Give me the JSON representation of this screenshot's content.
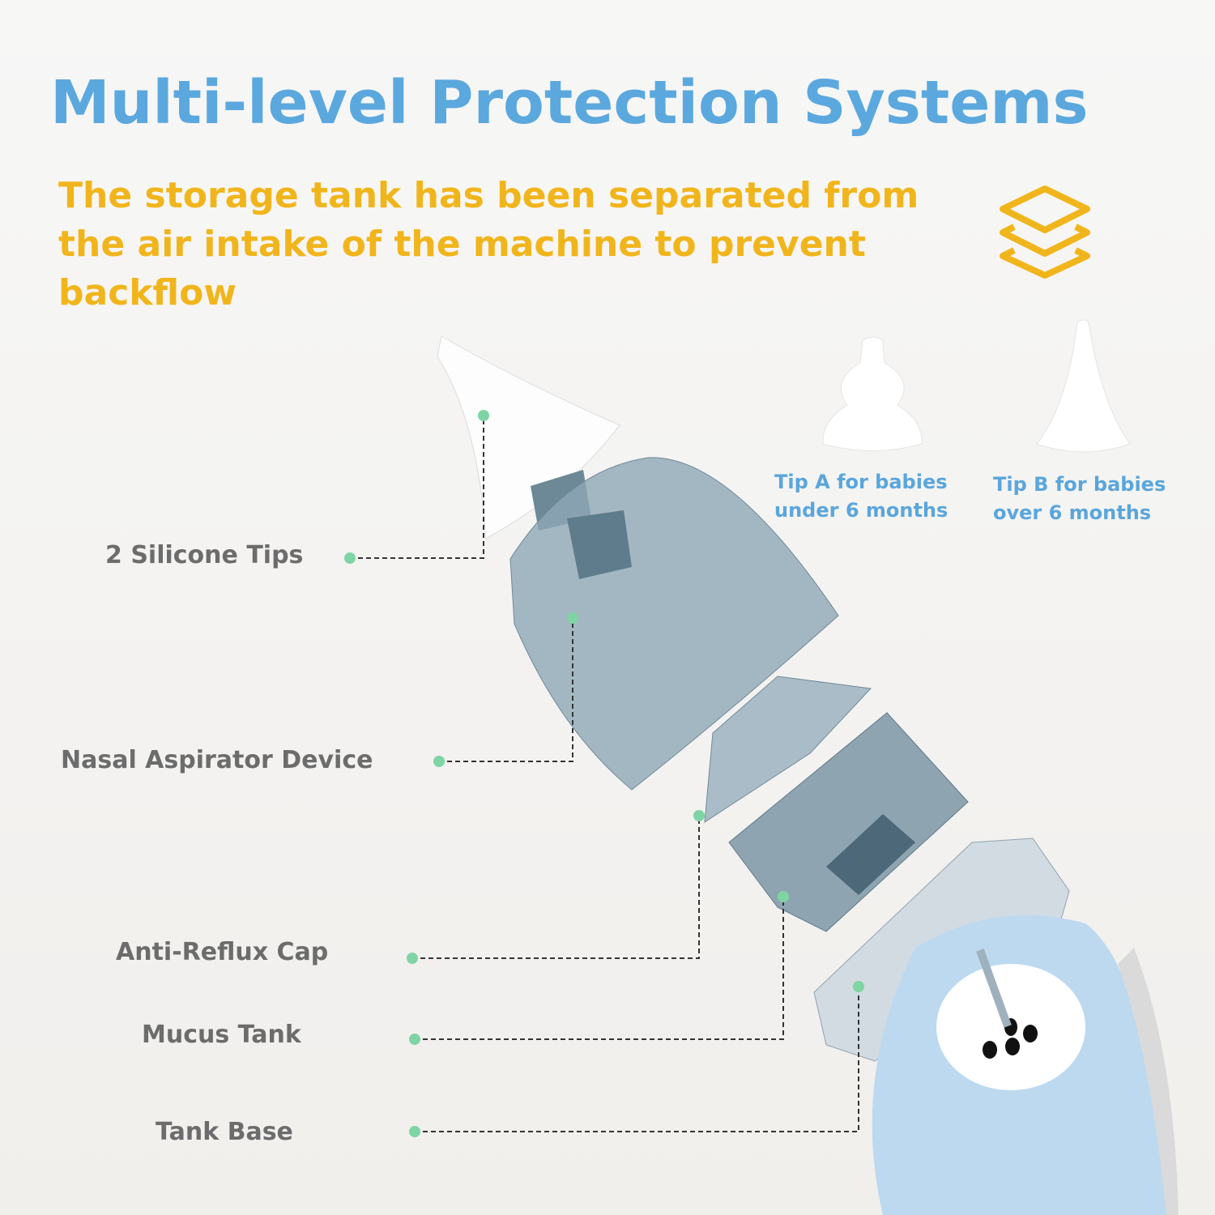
{
  "header": {
    "title": "Multi-level Protection Systems",
    "subtitle": "The storage tank has been separated from the air intake of the machine to prevent backflow",
    "icon": "layers-icon"
  },
  "tips": [
    {
      "label_line1": "Tip A for babies",
      "label_line2": "under 6 months"
    },
    {
      "label_line1": "Tip B for babies",
      "label_line2": "over 6 months"
    }
  ],
  "parts": [
    {
      "label": "2 Silicone Tips"
    },
    {
      "label": "Nasal Aspirator Device"
    },
    {
      "label": "Anti-Reflux Cap"
    },
    {
      "label": "Mucus Tank"
    },
    {
      "label": "Tank Base"
    }
  ],
  "colors": {
    "title": "#5ba8de",
    "subtitle": "#f1b51c",
    "part_label": "#6c6c6c",
    "callout_dot": "#7fd4a4",
    "device_blue": "#bcd9f0"
  }
}
